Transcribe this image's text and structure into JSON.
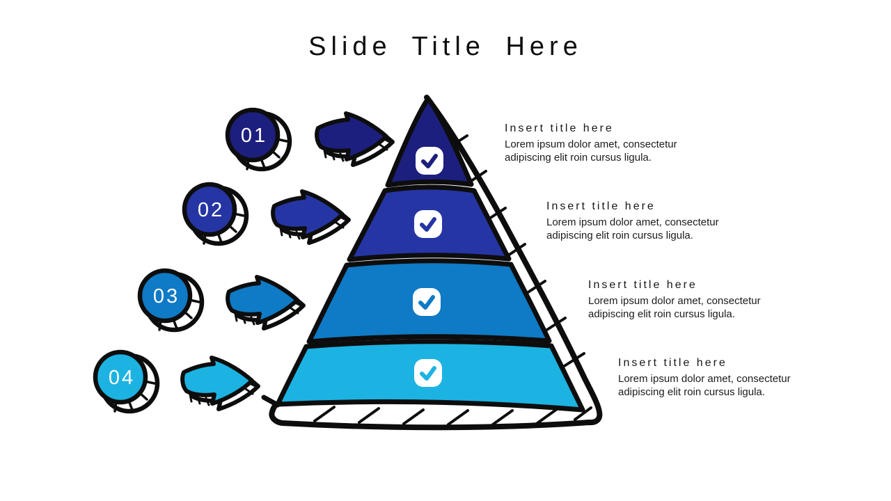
{
  "slide": {
    "title": "Slide Title Here"
  },
  "pyramid": {
    "type": "doodle-pyramid",
    "levels": 4,
    "outline_color": "#0d0d0d",
    "check_icon_bg": "#ffffff"
  },
  "steps": [
    {
      "number": "01",
      "color": "#1d1f7e",
      "title": "Insert title here",
      "body": "Lorem ipsum dolor amet, consectetur adipiscing elit roin cursus ligula."
    },
    {
      "number": "02",
      "color": "#2635a4",
      "title": "Insert title here",
      "body": "Lorem ipsum dolor amet, consectetur adipiscing elit roin cursus ligula."
    },
    {
      "number": "03",
      "color": "#0f7ac5",
      "title": "Insert title here",
      "body": "Lorem ipsum dolor amet, consectetur adipiscing elit roin cursus ligula."
    },
    {
      "number": "04",
      "color": "#1cb3e2",
      "title": "Insert title here",
      "body": "Lorem ipsum dolor amet, consectetur adipiscing elit roin cursus ligula."
    }
  ]
}
